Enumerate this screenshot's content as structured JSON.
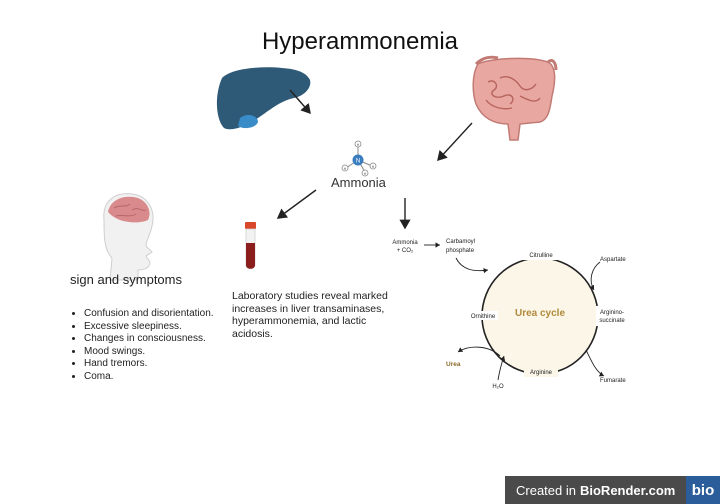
{
  "title": "Hyperammonemia",
  "ammonia": {
    "label": "Ammonia",
    "atom_center": "N",
    "atom_h": "H"
  },
  "signs": {
    "title": "sign and symptoms",
    "items": [
      "Confusion and disorientation.",
      "Excessive sleepiness.",
      "Changes in consciousness.",
      "Mood swings.",
      "Hand tremors.",
      "Coma."
    ]
  },
  "lab": {
    "text": "Laboratory studies reveal marked increases in liver transaminases, hyperammonemia, and lactic acidosis."
  },
  "urea_cycle": {
    "center": "Urea cycle",
    "input_line1": "Ammonia",
    "input_line2": "+ CO₂",
    "carbamoyl_line1": "Carbamoyl",
    "carbamoyl_line2": "phosphate",
    "citrulline": "Citrulline",
    "aspartate": "Aspartate",
    "argininosuccinate_line1": "Arginino-",
    "argininosuccinate_line2": "succinate",
    "fumarate": "Fumarate",
    "arginine": "Arginine",
    "ornithine": "Ornithine",
    "urea": "Urea",
    "water": "H₂O",
    "colors": {
      "circle_fill": "#fbf6e8",
      "center_text": "#b08a3a",
      "urea_text": "#8a6a2a"
    }
  },
  "footer": {
    "prefix": "Created in",
    "brand": "BioRender.com",
    "logo": "bio"
  }
}
